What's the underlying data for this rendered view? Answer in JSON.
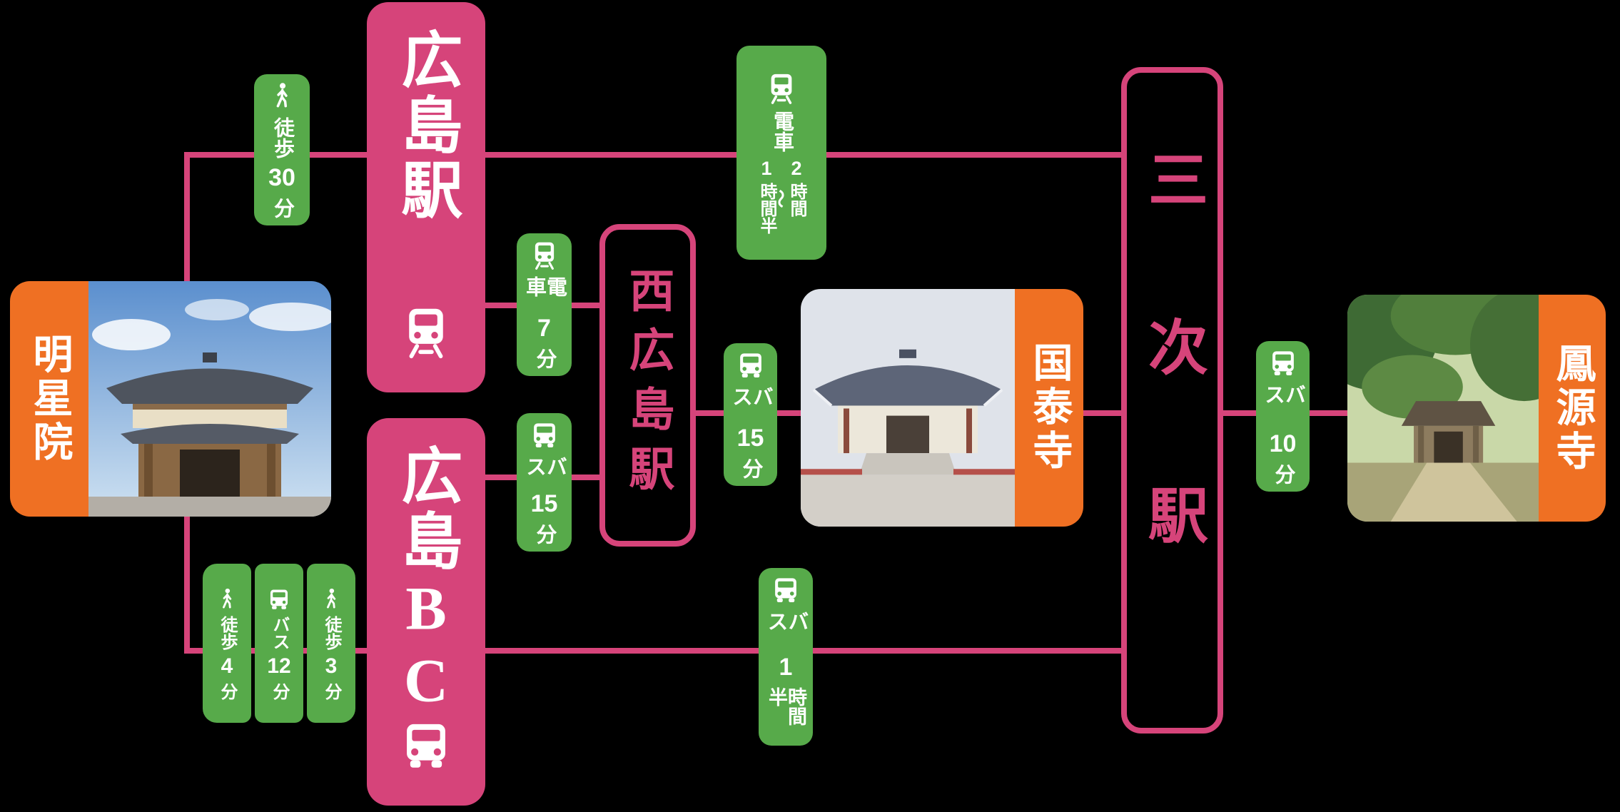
{
  "colors": {
    "background": "#000000",
    "route_pink": "#d6447a",
    "badge_green": "#57aa4a",
    "label_orange": "#ef7023",
    "text_white": "#ffffff"
  },
  "nodes": {
    "myojoin": "明星院",
    "hiroshima_station": "広島駅",
    "hiroshima_bc": "広島BC",
    "nishi_hiroshima": "西広島駅",
    "kokutaiji": "国泰寺",
    "miyoshi": "三次駅",
    "hogenji": "鳳源寺"
  },
  "icons": {
    "hiroshima_station": "train-icon",
    "hiroshima_bc": "bus-icon",
    "walk": "walk-icon",
    "train": "train-icon",
    "bus": "bus-icon"
  },
  "badges": {
    "walk30": {
      "mode": "徒歩",
      "value": "30",
      "unit": "分"
    },
    "train7": {
      "mode": "電車",
      "value": "7",
      "unit": "分"
    },
    "bus15_west": {
      "mode": "バス",
      "value": "15",
      "unit": "分"
    },
    "train_range": {
      "mode": "電車",
      "min_value": "1",
      "min_rest": "時間半",
      "tilde": "〜",
      "max_value": "2",
      "max_rest": "時間"
    },
    "bus15_kokutaiji": {
      "mode": "バス",
      "value": "15",
      "unit": "分"
    },
    "bus90": {
      "mode": "バス",
      "value": "1",
      "rest": "時間半"
    },
    "bus10": {
      "mode": "バス",
      "value": "10",
      "unit": "分"
    },
    "combo": {
      "segments": [
        {
          "mode": "徒歩",
          "value": "4",
          "unit": "分"
        },
        {
          "mode": "バス",
          "value": "12",
          "unit": "分"
        },
        {
          "mode": "徒歩",
          "value": "3",
          "unit": "分"
        }
      ]
    }
  }
}
